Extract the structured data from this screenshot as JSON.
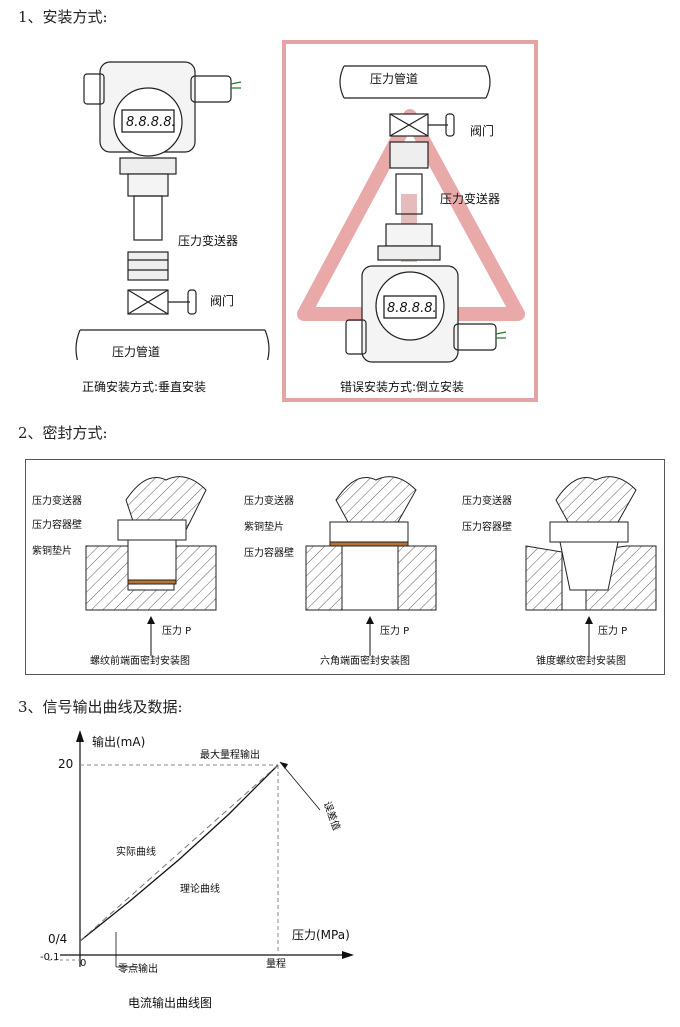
{
  "sections": {
    "install": "1、安装方式:",
    "seal": "2、密封方式:",
    "signal": "3、信号输出曲线及数据:"
  },
  "install": {
    "correct": {
      "display": "8.8.8.8.",
      "transmitter": "压力变送器",
      "valve": "阀门",
      "pipe": "压力管道",
      "caption": "正确安装方式:垂直安装"
    },
    "wrong": {
      "display": "8.8.8.8.",
      "transmitter": "压力变送器",
      "valve": "阀门",
      "pipe": "压力管道",
      "caption": "错误安装方式:倒立安装",
      "warning_color": "#e8a0a0"
    }
  },
  "seal": {
    "items": [
      {
        "labels": [
          "压力变送器",
          "压力容器壁",
          "紫铜垫片"
        ],
        "pressure": "压力 P",
        "caption": "螺纹前端面密封安装图"
      },
      {
        "labels": [
          "压力变送器",
          "紫铜垫片",
          "压力容器壁"
        ],
        "pressure": "压力 P",
        "caption": "六角端面密封安装图"
      },
      {
        "labels": [
          "压力变送器",
          "压力容器壁"
        ],
        "pressure": "压力 P",
        "caption": "锥度螺纹密封安装图"
      }
    ]
  },
  "chart_data": {
    "type": "line",
    "title": "电流输出曲线图",
    "ylabel": "输出(mA)",
    "xlabel": "压力(MPa)",
    "y_ticks": [
      "20",
      "0/4",
      "-0.1"
    ],
    "x_ticks": [
      "0",
      "量程"
    ],
    "series": [
      {
        "name": "实际曲线",
        "x": [
          0,
          0.25,
          0.5,
          0.75,
          1.0
        ],
        "y": [
          4,
          7.6,
          11.4,
          15.5,
          20
        ]
      },
      {
        "name": "理论曲线",
        "x": [
          0,
          1.0
        ],
        "y": [
          4,
          20
        ]
      }
    ],
    "annotations": {
      "max": "最大量程输出",
      "error": "误差值",
      "zero": "零点输出"
    }
  }
}
